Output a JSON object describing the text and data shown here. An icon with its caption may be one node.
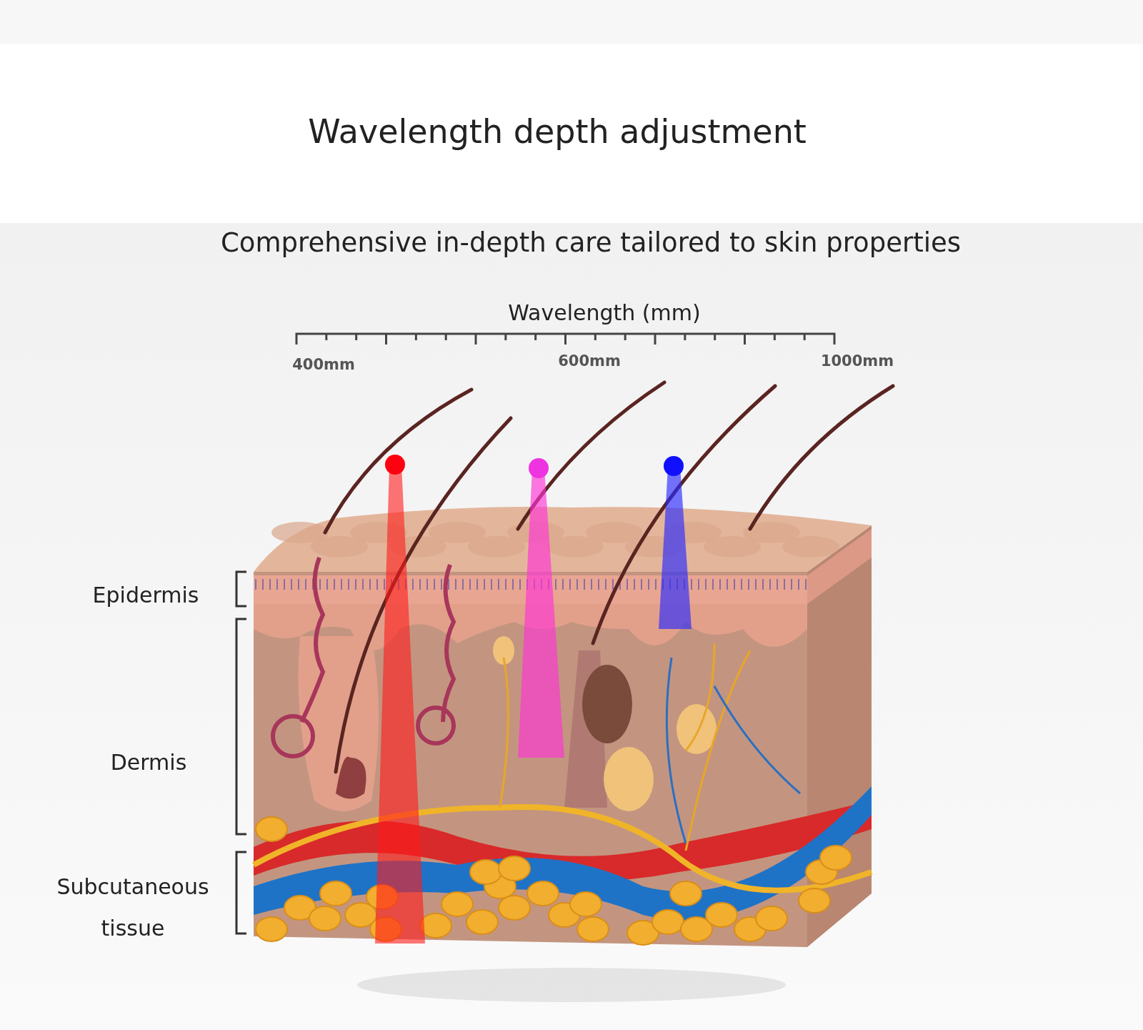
{
  "diagram": {
    "title": "Wavelength depth adjustment",
    "labels": [
      "Comprehensive in-depth care tailored to skin properties",
      "Wavelength (mm)",
      "400mm",
      "600mm",
      "1000mm",
      "Epidermis",
      "Dermis",
      "Subcutaneous tissue"
    ]
  }
}
